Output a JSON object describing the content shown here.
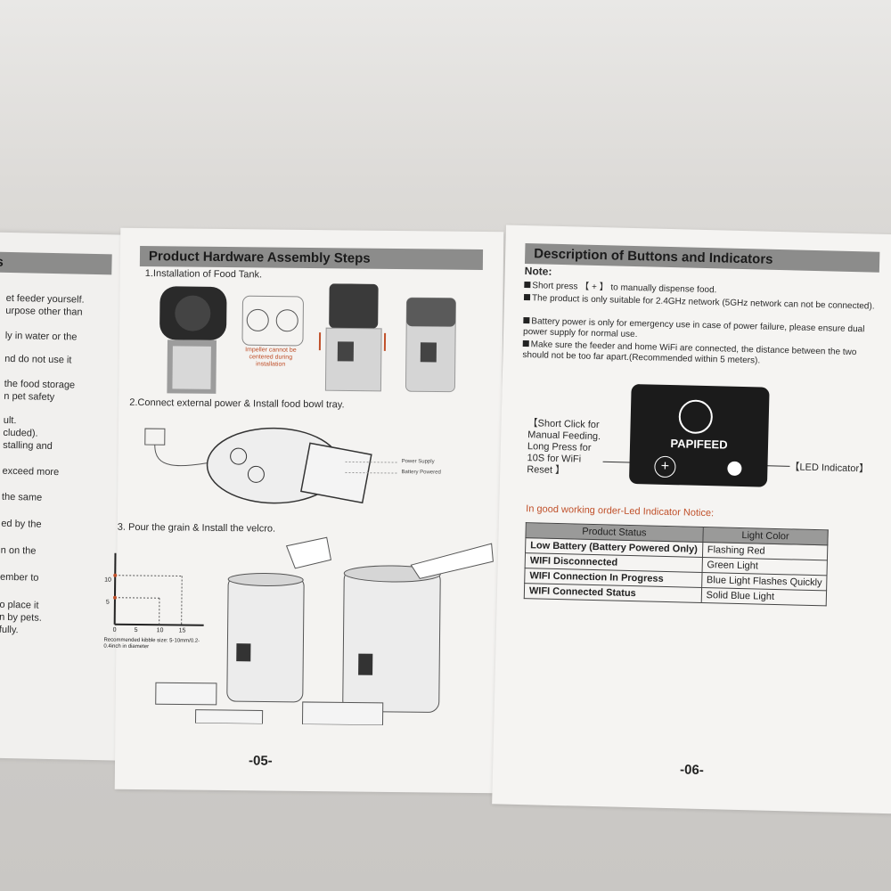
{
  "left_partial_page": {
    "header_fragment": "s",
    "lines": [
      "et feeder yourself.",
      "urpose other than",
      "ly in water or the",
      "nd do not use it",
      "the food storage",
      "n pet safety",
      "ult.",
      "cluded).",
      "stalling and",
      " exceed more",
      " the same",
      "ed by the",
      "n on the",
      "ember to",
      "o place it",
      "n by pets.",
      "fully."
    ]
  },
  "page_05": {
    "title": "Product Hardware Assembly Steps",
    "step1": "1.Installation of Food Tank.",
    "impeller_note": "Impeller cannot be centered during installation",
    "step2": "2.Connect external power & Install food bowl tray.",
    "power_supply_label": "Power Supply",
    "battery_label": "Battery Powered",
    "step3": "3. Pour the grain & Install the velcro.",
    "kibble_chart_ticks_x": [
      "0",
      "5",
      "10",
      "15"
    ],
    "kibble_chart_ticks_y": [
      "10",
      "5"
    ],
    "kibble_note": "Recommended kibble size: 5-10mm/0.2-0.4inch in diameter",
    "page_number": "-05-"
  },
  "page_06": {
    "title": "Description of Buttons and Indicators",
    "note_label": "Note:",
    "notes": [
      "Short press 【 + 】 to manually dispense food.",
      "The product is only suitable for 2.4GHz network (5GHz network can not be connected).",
      "Battery power is only for emergency use in case of power failure, please ensure dual power supply for normal use.",
      "Make sure the feeder and home WiFi are connected, the distance between the two should not be too far apart.(Recommended within 5 meters)."
    ],
    "button_callout": [
      "【Short Click for",
      "Manual Feeding.",
      "Long Press for",
      "10S for WiFi",
      "Reset 】"
    ],
    "brand": "PAPIFEED",
    "plus_symbol": "+",
    "led_callout": "【LED Indicator】",
    "led_notice_title": "In good working order-Led Indicator Notice:",
    "table": {
      "headers": [
        "Product Status",
        "Light Color"
      ],
      "rows": [
        [
          "Low Battery (Battery Powered Only)",
          "Flashing Red"
        ],
        [
          "WIFI Disconnected",
          "Green Light"
        ],
        [
          "WIFI Connection In Progress",
          "Blue Light Flashes Quickly"
        ],
        [
          "WIFI Connected Status",
          "Solid Blue Light"
        ]
      ]
    },
    "page_number": "-06-"
  }
}
